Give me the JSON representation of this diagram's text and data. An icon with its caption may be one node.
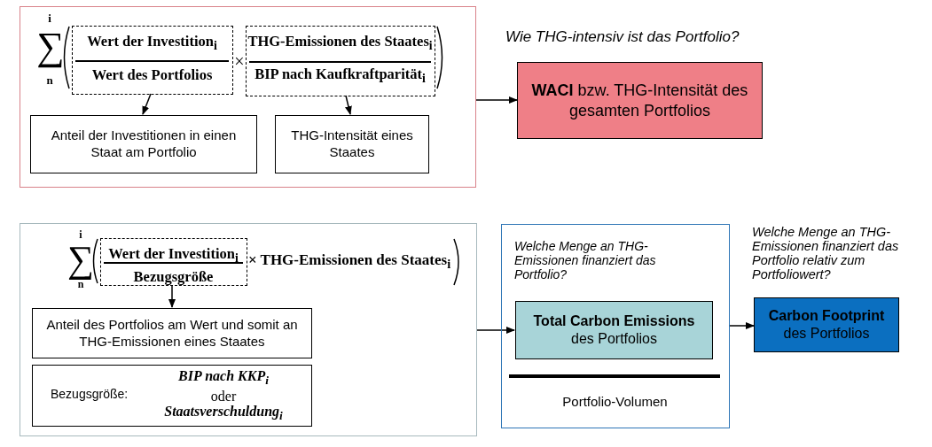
{
  "diagram": {
    "nodes": [
      {
        "text": [],
        "shape": "box"
      },
      {
        "text": [
          "Wert der Investition$_{i}$",
          "Wert des Portfolios"
        ],
        "in": 0
      },
      {
        "text": [
          "THG-Emissionen des Staates$_{i}$",
          "BIP nach Kaufkraftparität$_{i}$"
        ],
        "in": 0
      },
      {
        "text": [
          "Anteil der Investitionen in einen Staat am Portfolio"
        ],
        "in": 0
      },
      {
        "text": [
          "THG-Intensität eines Staates"
        ],
        "in": 0
      },
      {
        "text": [
          "**WACI** bzw. THG-Intensität des gesamten Portfolios"
        ],
        "beside": [
          "Wie THG-intensiv ist das Portfolio?"
        ]
      },
      {
        "text": [],
        "shape": "box"
      },
      {
        "text": [
          "Wert der Investition$_{i}$",
          "Bezugsgröße"
        ],
        "in": 6
      },
      {
        "text": [
          "Anteil des Portfolios am Wert und somit an THG-Emissionen eines Staates"
        ],
        "in": 6
      },
      {
        "text": [
          "Bezugsgröße:",
          "BIP nach KKP$_{i}$",
          "oder",
          "Staatsverschuldung$_{i}$"
        ],
        "in": 6
      },
      {
        "text": [
          "Welche Menge an THG-Emissionen finanziert das Portfolio?",
          "Portfolio-Volumen"
        ]
      },
      {
        "text": [
          "**Total Carbon Emissions** des Portfolios"
        ],
        "in": 10
      },
      {
        "text": [
          "**Carbon Footprint** des Portfolios"
        ],
        "beside": [
          "Welche Menge an THG-Emissionen finanziert das Portfolio relativ zum Portfoliowert?"
        ]
      }
    ],
    "edges": [
      {
        "from": 1,
        "to": 3,
        "arrow": "to"
      },
      {
        "from": 2,
        "to": 4,
        "arrow": "to"
      },
      {
        "from": 0,
        "to": 5,
        "arrow": "to"
      },
      {
        "from": 7,
        "to": 8,
        "arrow": "to"
      },
      {
        "from": 6,
        "to": 11,
        "arrow": "to"
      },
      {
        "from": 10,
        "to": 12,
        "arrow": "to"
      }
    ],
    "labels": [
      "i",
      "∑",
      "n",
      "×",
      "i",
      "∑",
      "n",
      "× THG-Emissionen des Staates$_{i}$"
    ]
  }
}
